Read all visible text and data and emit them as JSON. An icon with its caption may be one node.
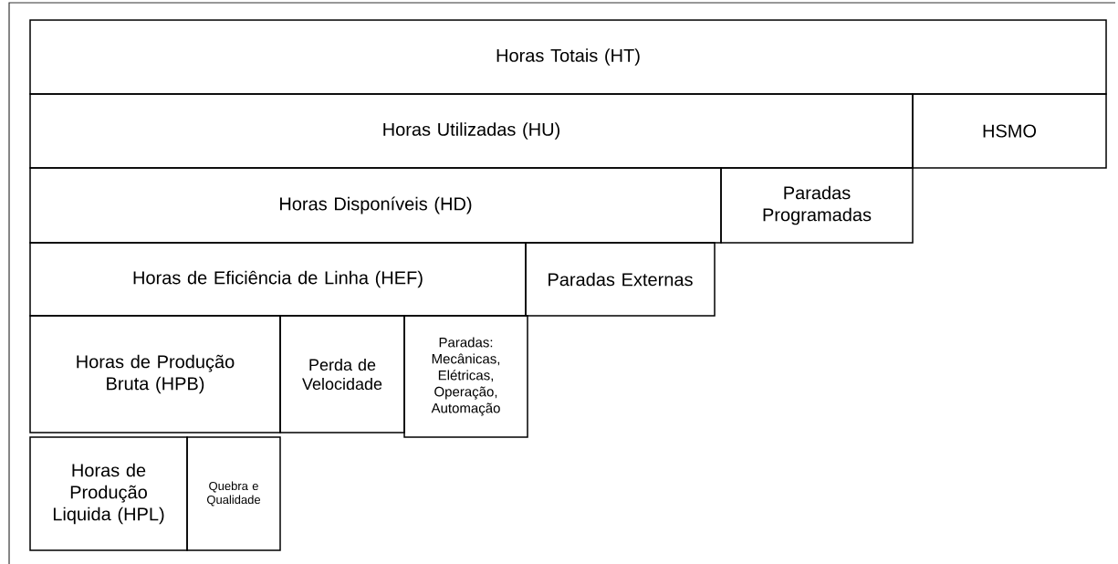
{
  "diagram": {
    "nodes": [
      {
        "text": [
          "Horas Totais (HT)"
        ]
      },
      {
        "text": [
          "Horas Utilizadas (HU)"
        ]
      },
      {
        "text": [
          "HSMO"
        ]
      },
      {
        "text": [
          "Horas Disponíveis (HD)"
        ]
      },
      {
        "text": [
          "Paradas Programadas"
        ]
      },
      {
        "text": [
          "Horas de Eficiência de Linha (HEF)"
        ]
      },
      {
        "text": [
          "Paradas Externas"
        ]
      },
      {
        "text": [
          "Horas de Produção Bruta (HPB)"
        ]
      },
      {
        "text": [
          "Perda de Velocidade"
        ]
      },
      {
        "text": [
          "Paradas: Mecânicas, Elétricas, Operação, Automação"
        ]
      },
      {
        "text": [
          "Horas de Produção Liquida (HPL)"
        ]
      },
      {
        "text": [
          "Quebra e Qualidade"
        ]
      }
    ]
  }
}
